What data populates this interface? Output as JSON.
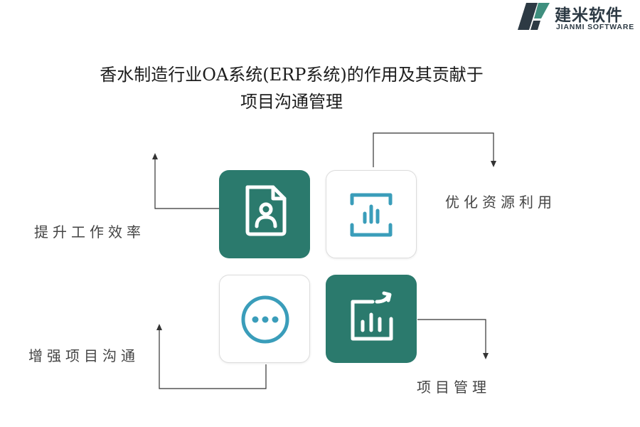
{
  "logo": {
    "name_cn": "建米软件",
    "name_en": "JIANMI SOFTWARE"
  },
  "title": {
    "line1": "香水制造行业OA系统(ERP系统)的作用及其贡献于",
    "line2": "项目沟通管理"
  },
  "items": [
    {
      "label": "提升工作效率",
      "icon": "document-user-icon",
      "style": "dark"
    },
    {
      "label": "优化资源利用",
      "icon": "bar-chart-scan-icon",
      "style": "light"
    },
    {
      "label": "增强项目沟通",
      "icon": "chat-dots-icon",
      "style": "light"
    },
    {
      "label": "项目管理",
      "icon": "chart-export-icon",
      "style": "dark"
    }
  ],
  "colors": {
    "accent": "#2b7a6d",
    "icon_light": "#3a9dba",
    "text": "#444444"
  }
}
